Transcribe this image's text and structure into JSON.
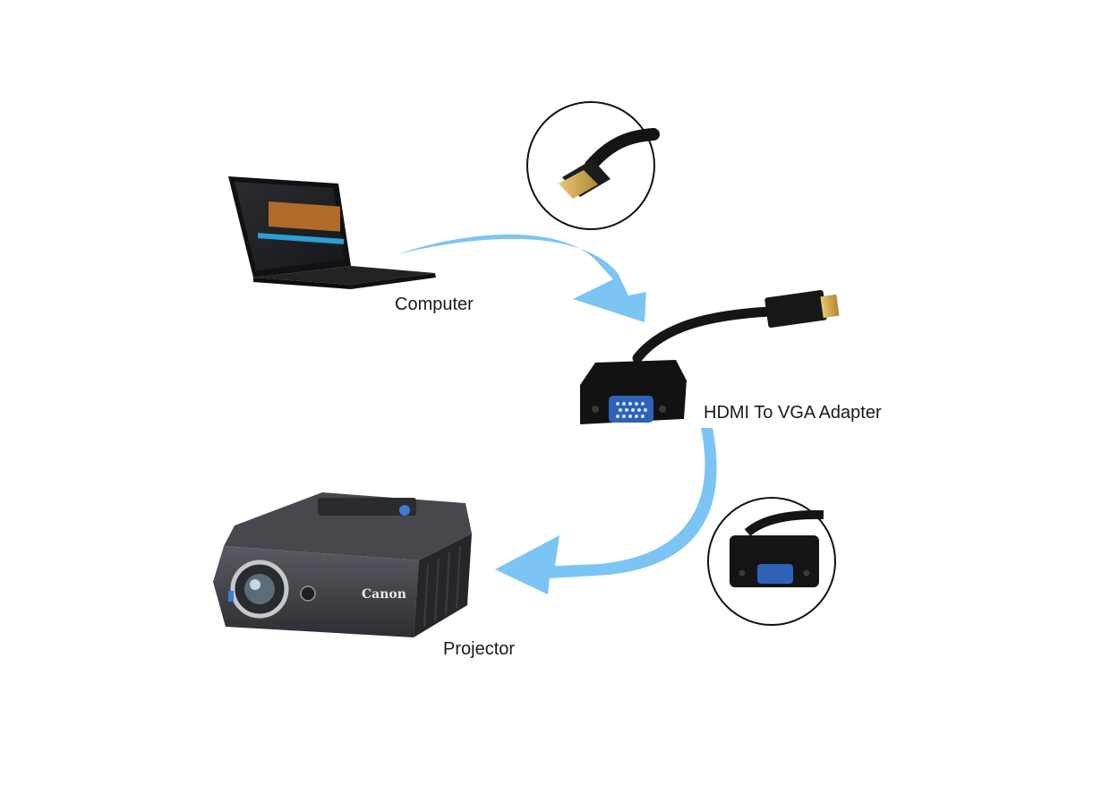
{
  "labels": {
    "computer": "Computer",
    "adapter": "HDMI To VGA Adapter",
    "projector": "Projector"
  },
  "brand": {
    "projector_logo": "Canon"
  },
  "colors": {
    "arrow": "#7cc4f4",
    "device_dark": "#1c1c1e",
    "projector_body": "#3f4046",
    "vga_port": "#2e62b8",
    "hdmi_gold": "#caa24a"
  },
  "icons": {
    "laptop": "laptop-icon",
    "projector": "projector-icon",
    "adapter": "adapter-icon",
    "hdmi_plug": "hdmi-plug-icon",
    "vga_port": "vga-port-icon"
  }
}
